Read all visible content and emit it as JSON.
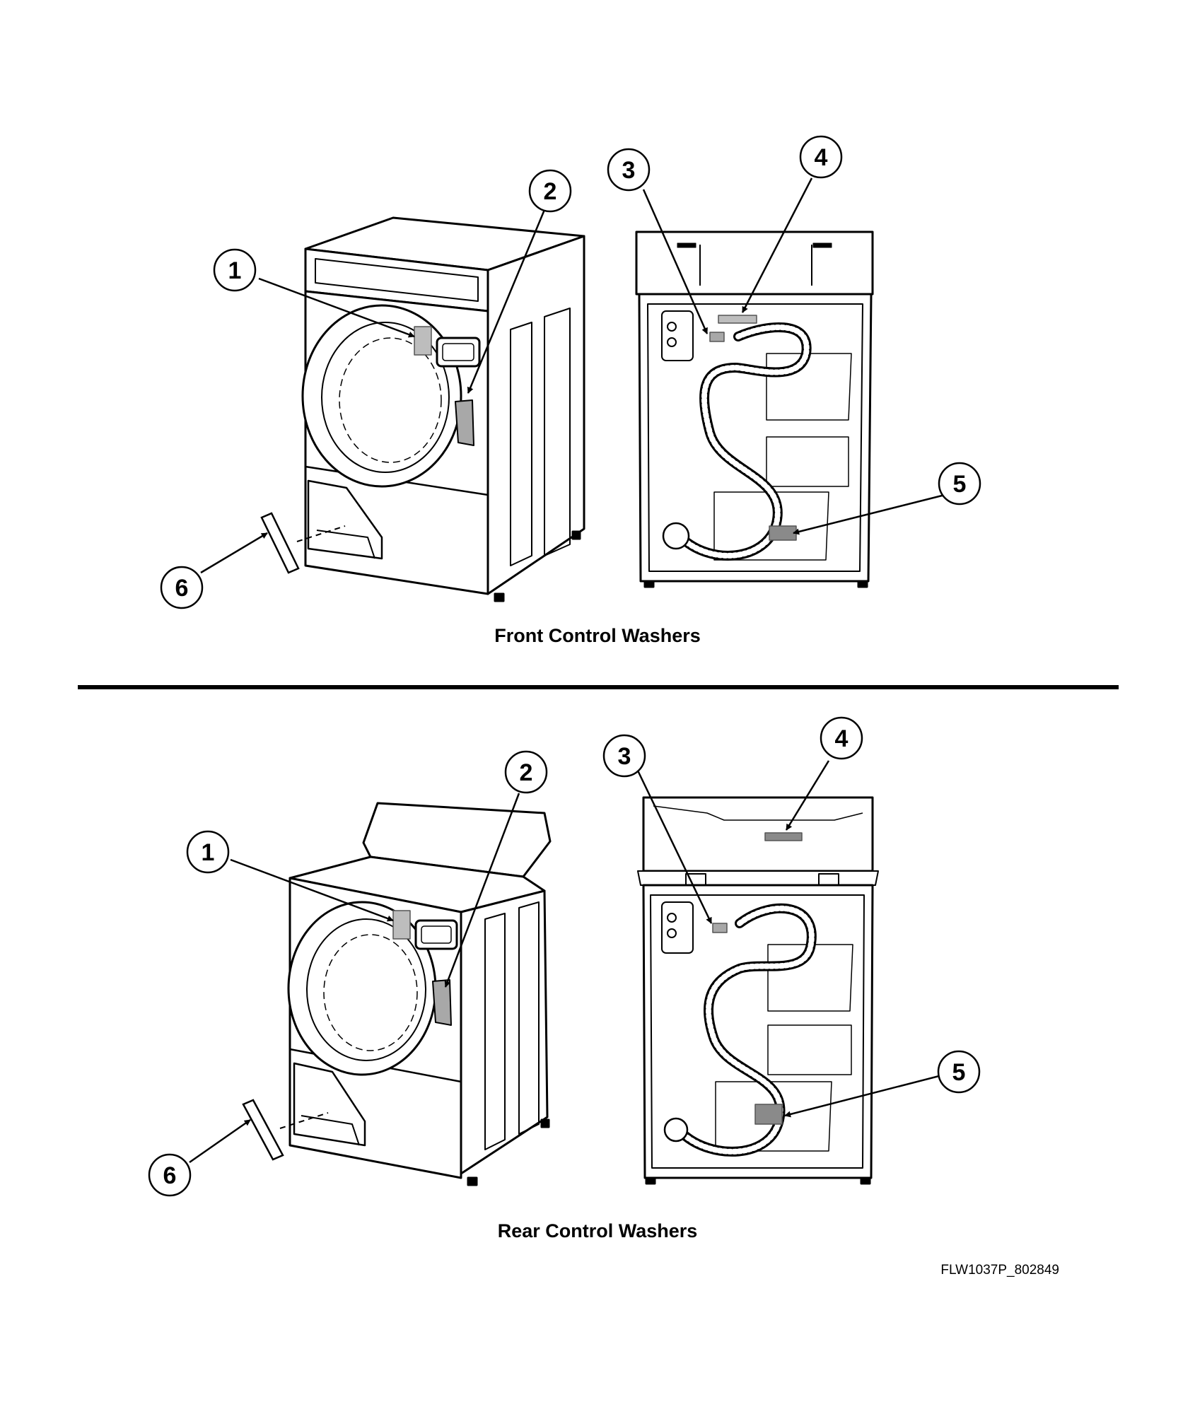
{
  "panels": [
    {
      "title": "Front Control Washers",
      "callouts": [
        "1",
        "2",
        "3",
        "4",
        "5",
        "6"
      ]
    },
    {
      "title": "Rear Control Washers",
      "callouts": [
        "1",
        "2",
        "3",
        "4",
        "5",
        "6"
      ]
    }
  ],
  "figure_id": "FLW1037P_802849"
}
